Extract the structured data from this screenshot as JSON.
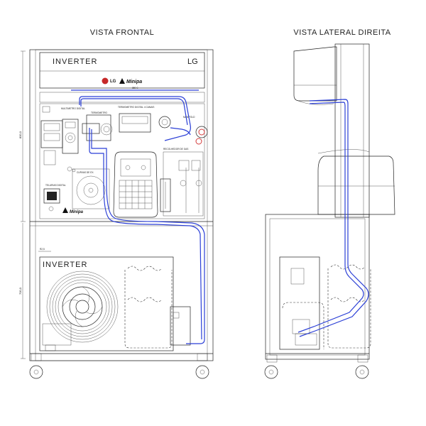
{
  "views": {
    "front_title": "VISTA FRONTAL",
    "side_title": "VISTA LATERAL DIREITA"
  },
  "front": {
    "top_unit_label": "INVERTER",
    "top_unit_brand": "LG",
    "lg_logo_text": "LG",
    "minipa_logo_text": "Minipa",
    "model_text": "850 C",
    "bottom_unit_label": "INVERTER",
    "panel_labels": {
      "multimeter": "MULTIMETRO DIGITAL",
      "thermometer_1": "TERMOMETRO",
      "thermometer_2": "TERMOMETRO DIGITAL 4 CANAIS",
      "manifold": "MANIFOLD",
      "gas_recovery": "RECOLHEDOR DE GAS",
      "vacuum": "CURVAS DE EX.",
      "wattmeter": "TELURIAS DIGITAL"
    },
    "dim_upper": "800,0",
    "dim_lower": "700,0",
    "dim_small": "R2,5"
  },
  "colors": {
    "pipe": "#2b3fd6",
    "line": "#222222",
    "accent_red": "#d43a3a"
  }
}
